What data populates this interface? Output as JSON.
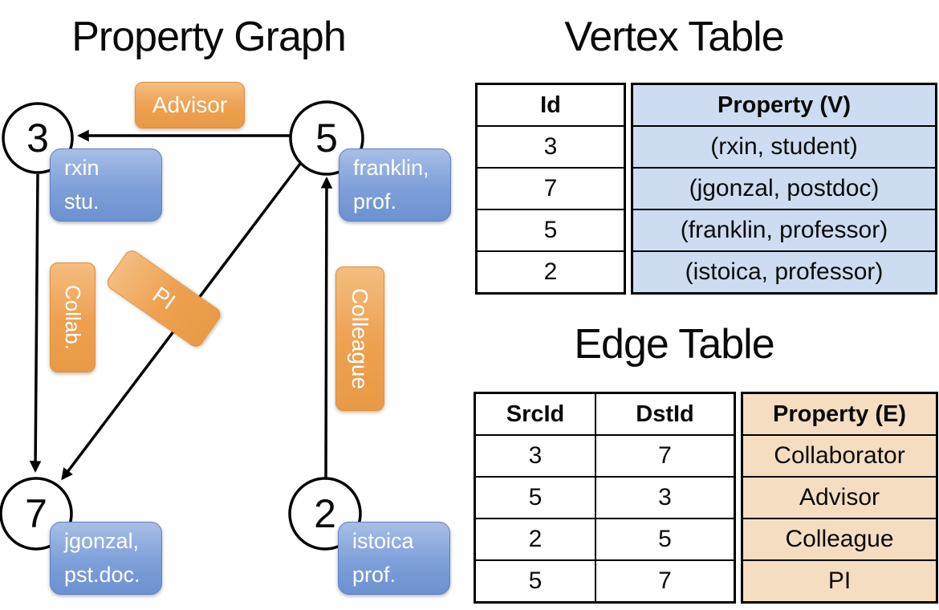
{
  "graph": {
    "title": "Property Graph",
    "nodes": [
      {
        "id": "3",
        "tag": [
          "rxin",
          "stu."
        ]
      },
      {
        "id": "5",
        "tag": [
          "franklin,",
          "prof."
        ]
      },
      {
        "id": "7",
        "tag": [
          "jgonzal,",
          "pst.doc."
        ]
      },
      {
        "id": "2",
        "tag": [
          "istoica",
          "prof."
        ]
      }
    ],
    "edge_labels": {
      "advisor": "Advisor",
      "collab": "Collab.",
      "pi": "PI",
      "colleague": "Colleague"
    }
  },
  "vertex_table": {
    "title": "Vertex Table",
    "columns": {
      "id": "Id",
      "property": "Property (V)"
    },
    "rows": [
      {
        "id": "3",
        "property": "(rxin, student)"
      },
      {
        "id": "7",
        "property": "(jgonzal, postdoc)"
      },
      {
        "id": "5",
        "property": "(franklin, professor)"
      },
      {
        "id": "2",
        "property": "(istoica, professor)"
      }
    ]
  },
  "edge_table": {
    "title": "Edge Table",
    "columns": {
      "src": "SrcId",
      "dst": "DstId",
      "property": "Property (E)"
    },
    "rows": [
      {
        "src": "3",
        "dst": "7",
        "property": "Collaborator"
      },
      {
        "src": "5",
        "dst": "3",
        "property": "Advisor"
      },
      {
        "src": "2",
        "dst": "5",
        "property": "Colleague"
      },
      {
        "src": "5",
        "dst": "7",
        "property": "PI"
      }
    ]
  },
  "colors": {
    "edge_label_orange": "#efa44f",
    "vertex_label_blue": "#7b9cd7",
    "vertex_table_fill": "#cddcf1",
    "edge_table_fill": "#f5ddc1",
    "line_black": "#000000"
  }
}
